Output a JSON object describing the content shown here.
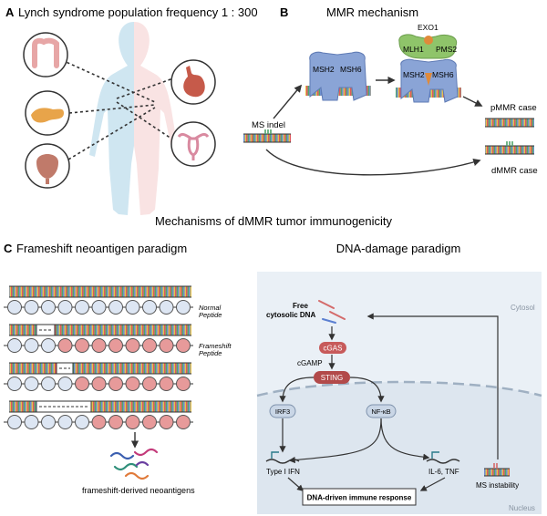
{
  "panel_a": {
    "letter": "A",
    "title": "Lynch syndrome population frequency 1 : 300",
    "icons": [
      "colon-icon",
      "pancreas-icon",
      "bladder-icon",
      "stomach-icon",
      "uterus-icon"
    ]
  },
  "panel_b": {
    "letter": "B",
    "title": "MMR mechanism",
    "proteins": {
      "msh2": "MSH2",
      "msh6": "MSH6",
      "mlh1": "MLH1",
      "pms2": "PMS2",
      "exo1": "EXO1"
    },
    "ms_indel": "MS indel",
    "pmmr_case": "pMMR case",
    "dmmr_case": "dMMR case"
  },
  "center_title": "Mechanisms of dMMR tumor immunogenicity",
  "panel_c": {
    "letter": "C",
    "frameshift_title": "Frameshift neoantigen paradigm",
    "normal_line1": "Normal",
    "normal_line2": "Peptide",
    "frameshift_line1": "Frameshift",
    "frameshift_line2": "Peptide",
    "neoantigens_label": "frameshift-derived neoantigens"
  },
  "dna_damage": {
    "title": "DNA-damage paradigm",
    "cytosol": "Cytosol",
    "nucleus": "Nucleus",
    "free_dna_line1": "Free",
    "free_dna_line2": "cytosolic DNA",
    "cgas": "cGAS",
    "cgamp": "cGAMP",
    "sting": "STING",
    "irf3": "IRF3",
    "nfkb": "NF-κB",
    "type_i_ifn": "Type I IFN",
    "il6_tnf": "IL-6, TNF",
    "ms_instability": "MS instability",
    "immune_response": "DNA-driven immune response"
  },
  "colors": {
    "body_silhouette": "#cfe6f1",
    "protein_blue": "#8aa4d6",
    "protein_green": "#8fc46a",
    "sting_red": "#b24a4a",
    "cgas_red": "#c75a5a",
    "peptide_pink": "#e79a9a",
    "cell_bg": "#eaf0f6"
  }
}
